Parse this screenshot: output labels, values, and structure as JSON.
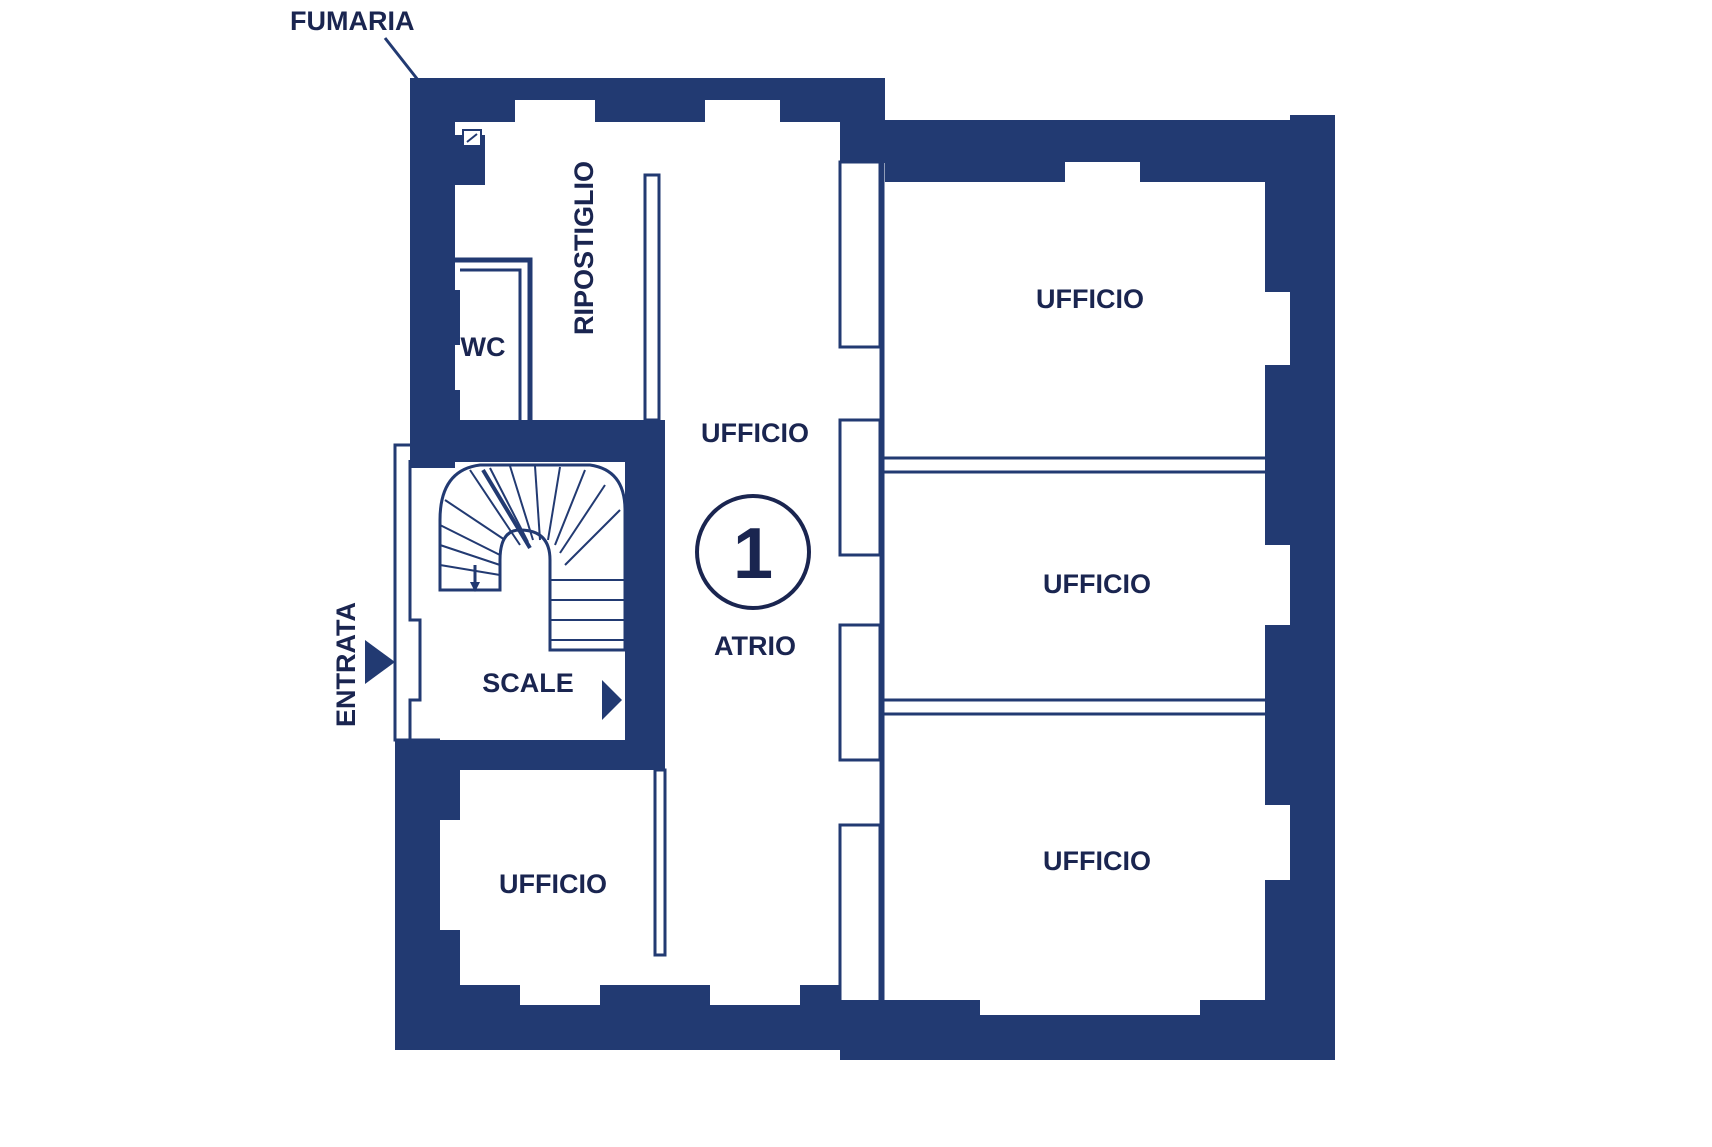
{
  "labels": {
    "fumaria": "FUMARIA",
    "ripostiglio": "RIPOSTIGLIO",
    "wc": "WC",
    "ufficio_corridor": "UFFICIO",
    "unit_number": "1",
    "atrio": "ATRIO",
    "scale": "SCALE",
    "entrata": "ENTRATA",
    "ufficio_left": "UFFICIO",
    "ufficio_right_top": "UFFICIO",
    "ufficio_right_middle": "UFFICIO",
    "ufficio_right_bottom": "UFFICIO"
  },
  "colors": {
    "wall": "#223a72",
    "text": "#1a2550",
    "background": "#ffffff"
  }
}
